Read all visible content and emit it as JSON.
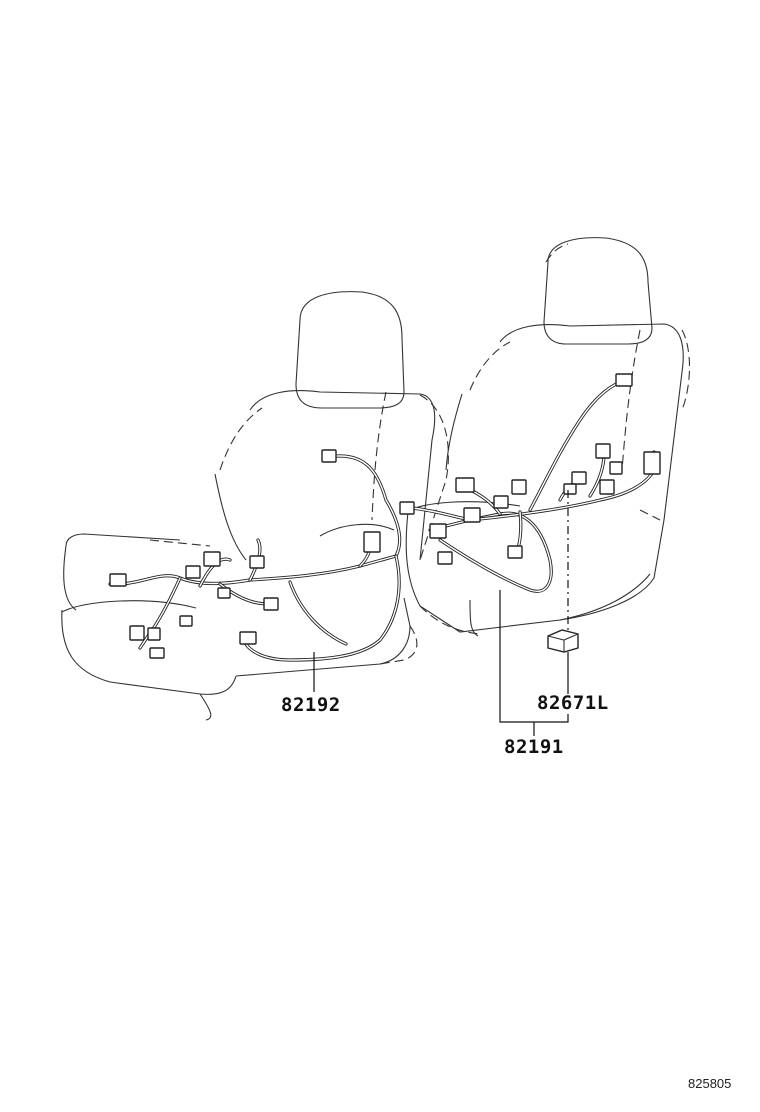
{
  "callouts": {
    "left_harness": "82192",
    "right_harness": "82191",
    "connector": "82671L"
  },
  "illustration_code": "825805",
  "icons": [
    "left-seat",
    "right-seat",
    "wire-harness",
    "connector-block"
  ]
}
